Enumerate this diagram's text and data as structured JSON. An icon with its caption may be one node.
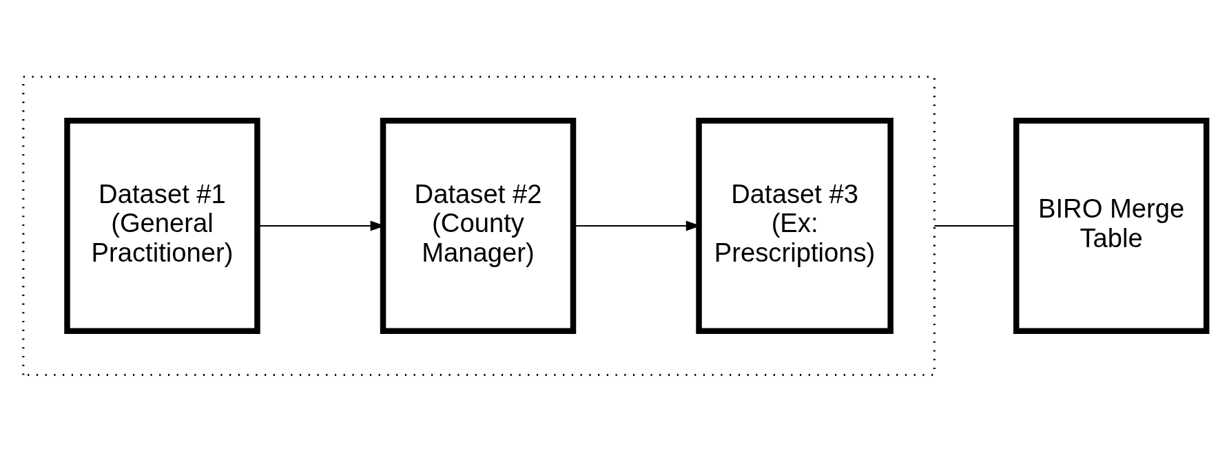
{
  "diagram": {
    "nodes": [
      {
        "text": [],
        "shape": "box"
      },
      {
        "text": [
          "Dataset #1 (General Practitioner)"
        ],
        "in": 0
      },
      {
        "text": [
          "Dataset #2 (County Manager)"
        ],
        "in": 0
      },
      {
        "text": [
          "Dataset #3 (Ex: Prescriptions)"
        ],
        "in": 0
      },
      {
        "text": [
          "BIRO Merge Table"
        ]
      }
    ],
    "edges": [
      {
        "from": 1,
        "to": 2,
        "arrow": "to"
      },
      {
        "from": 2,
        "to": 3,
        "arrow": "to"
      },
      {
        "from": 0,
        "to": 4,
        "arrow": "none"
      }
    ]
  }
}
